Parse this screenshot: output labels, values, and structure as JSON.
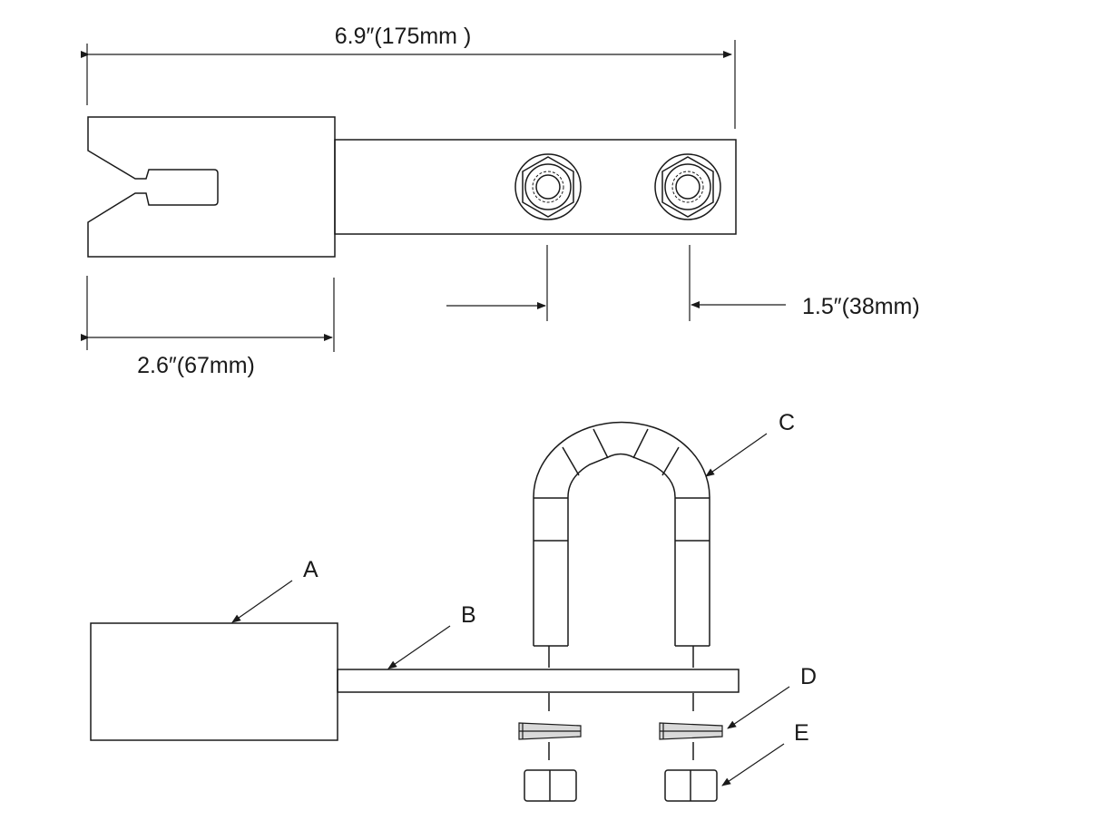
{
  "dimensions": {
    "overall_length": "6.9″(175mm )",
    "hole_spacing": "1.5″(38mm)",
    "block_length": "2.6″(67mm)"
  },
  "part_labels": {
    "a": "A",
    "b": "B",
    "c": "C",
    "d": "D",
    "e": "E"
  }
}
